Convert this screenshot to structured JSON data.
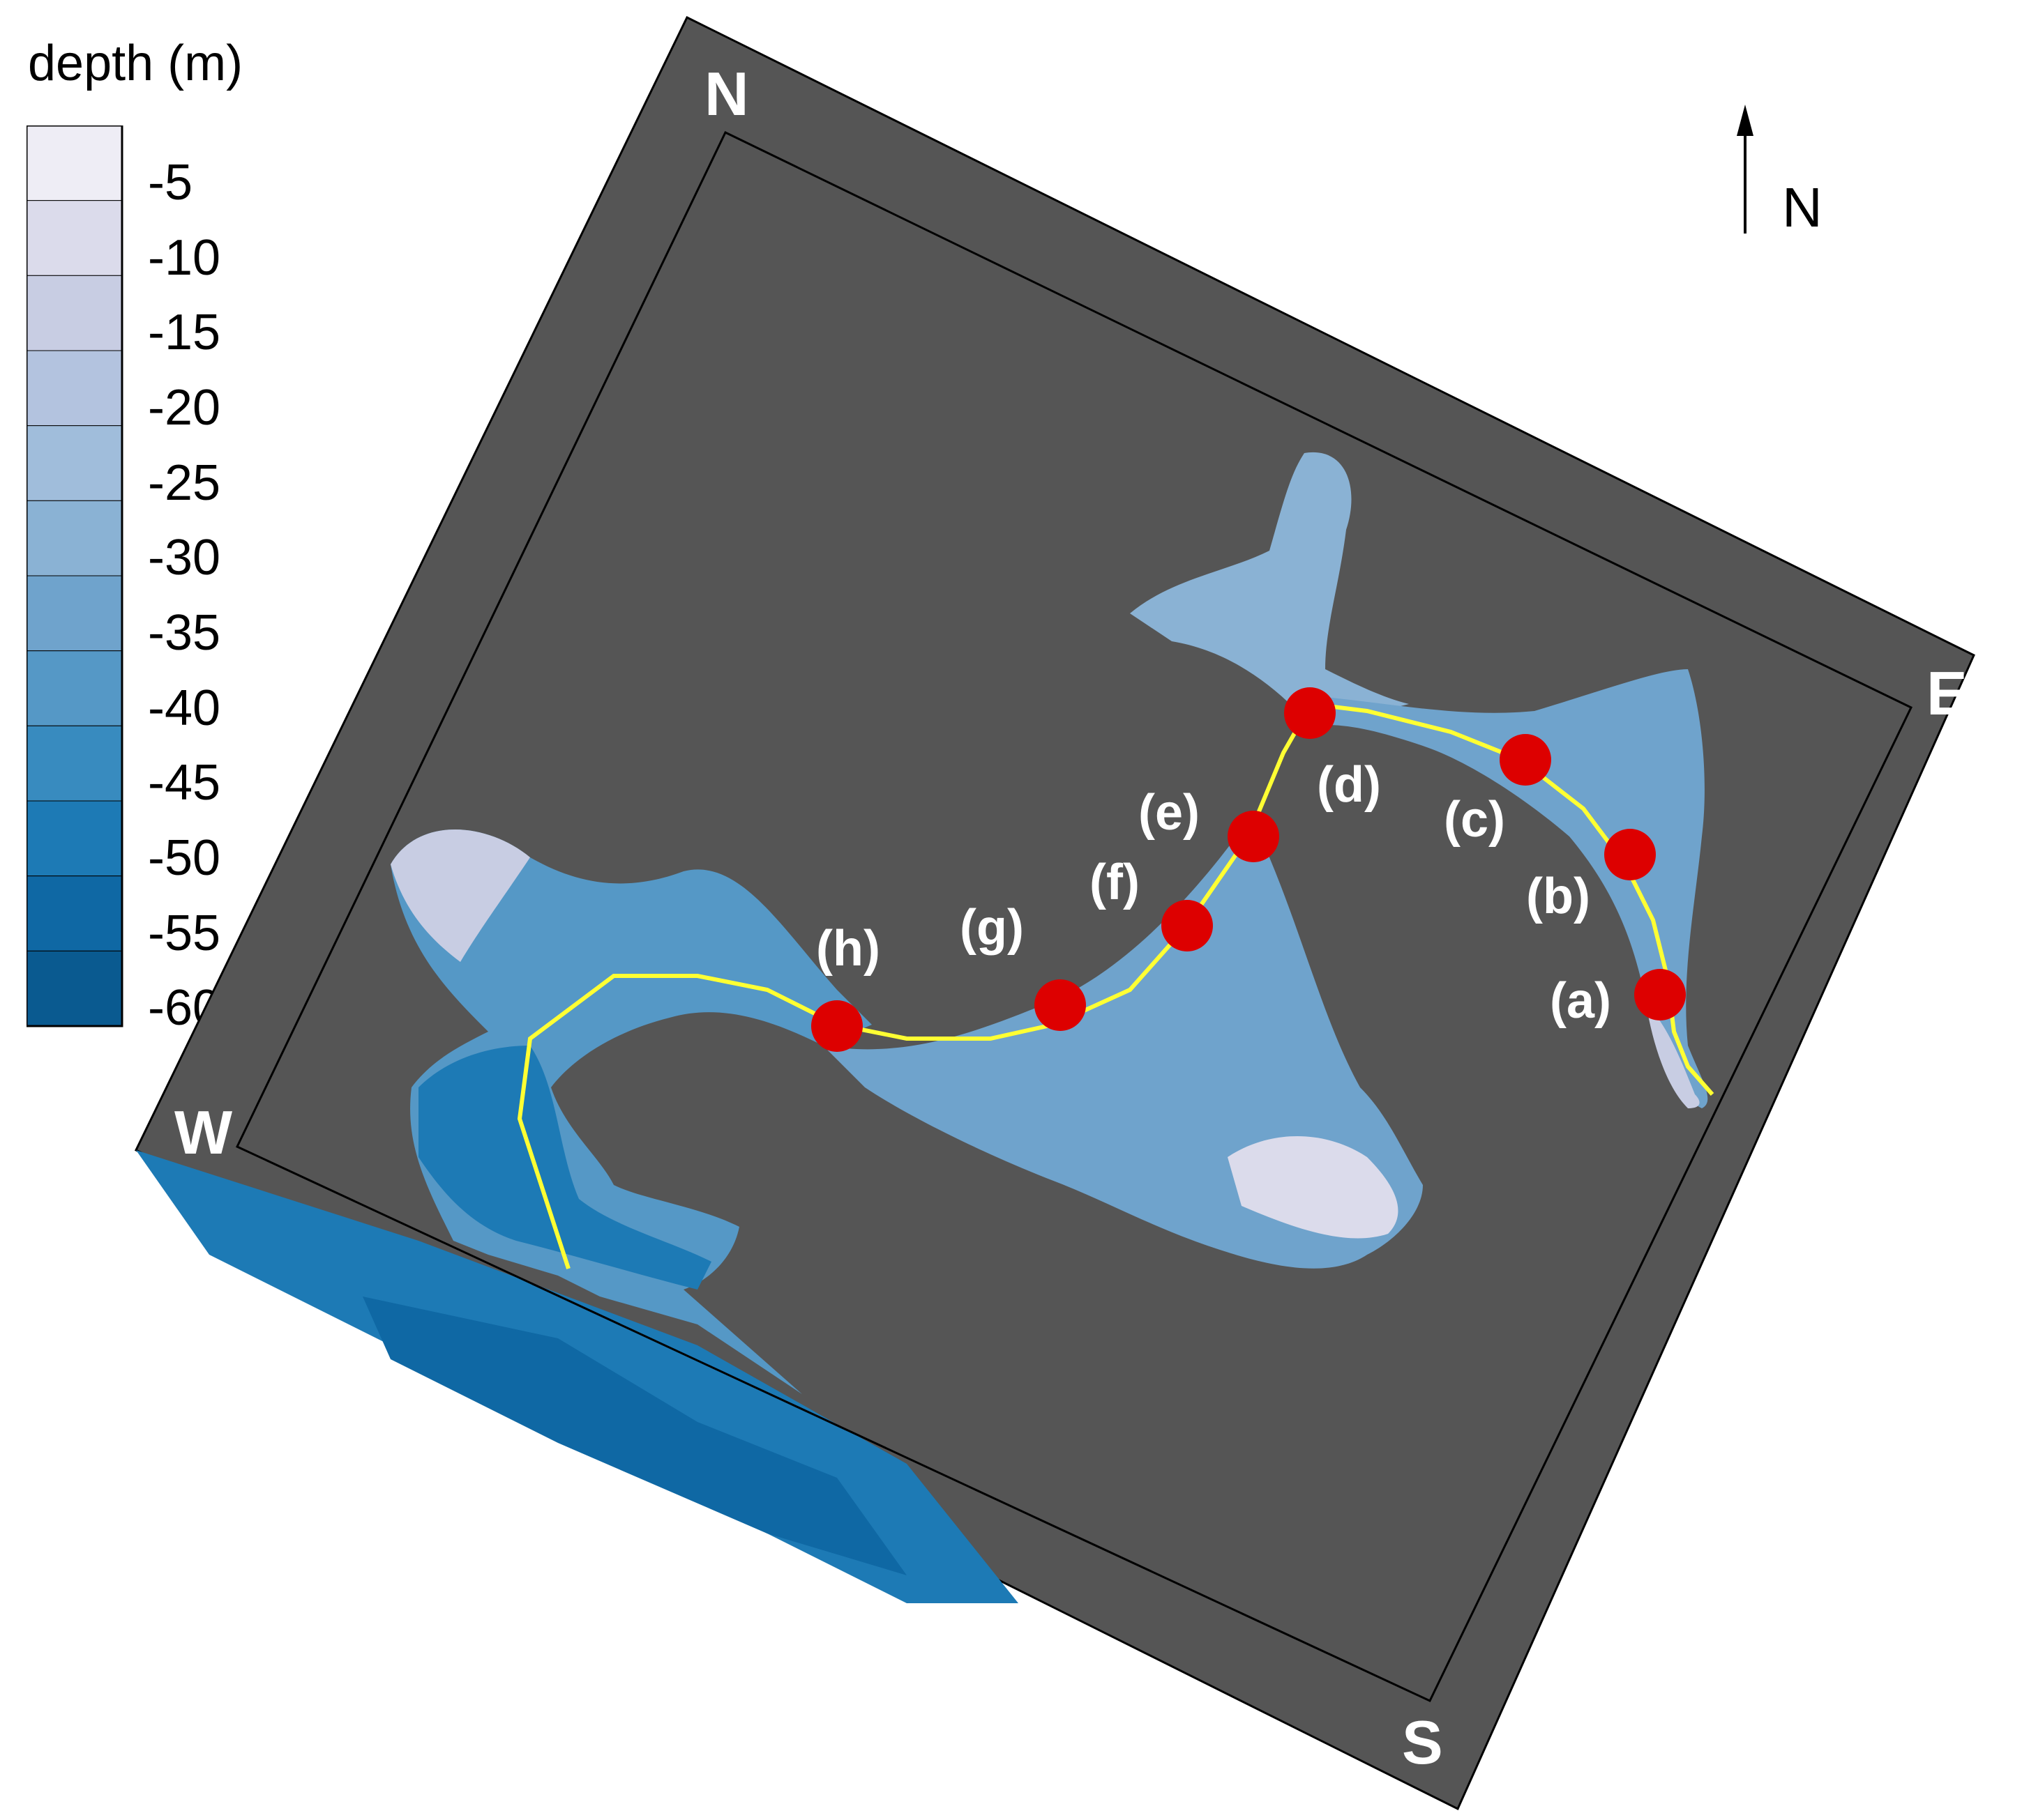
{
  "legend": {
    "title": "depth (m)",
    "levels": [
      {
        "label": "-5",
        "color": "#eeedf5"
      },
      {
        "label": "-10",
        "color": "#dbdbeb"
      },
      {
        "label": "-15",
        "color": "#c8cde3"
      },
      {
        "label": "-20",
        "color": "#b3c3df"
      },
      {
        "label": "-25",
        "color": "#a0bddb"
      },
      {
        "label": "-30",
        "color": "#8ab2d4"
      },
      {
        "label": "-35",
        "color": "#6fa3cc"
      },
      {
        "label": "-40",
        "color": "#5598c6"
      },
      {
        "label": "-45",
        "color": "#388bbf"
      },
      {
        "label": "-50",
        "color": "#1d7ab5"
      },
      {
        "label": "-55",
        "color": "#0f68a4"
      },
      {
        "label": "-60",
        "color": "#0a5a90"
      }
    ]
  },
  "compass": {
    "north": "N",
    "east": "E",
    "south": "S",
    "west": "W"
  },
  "north_arrow": {
    "label": "N"
  },
  "stations": [
    "(a)",
    "(b)",
    "(c)",
    "(d)",
    "(e)",
    "(f)",
    "(g)",
    "(h)"
  ],
  "colors": {
    "land": "#555555",
    "transect_line": "#ffff33",
    "station_marker": "#dd0000",
    "label_text": "#ffffff"
  }
}
